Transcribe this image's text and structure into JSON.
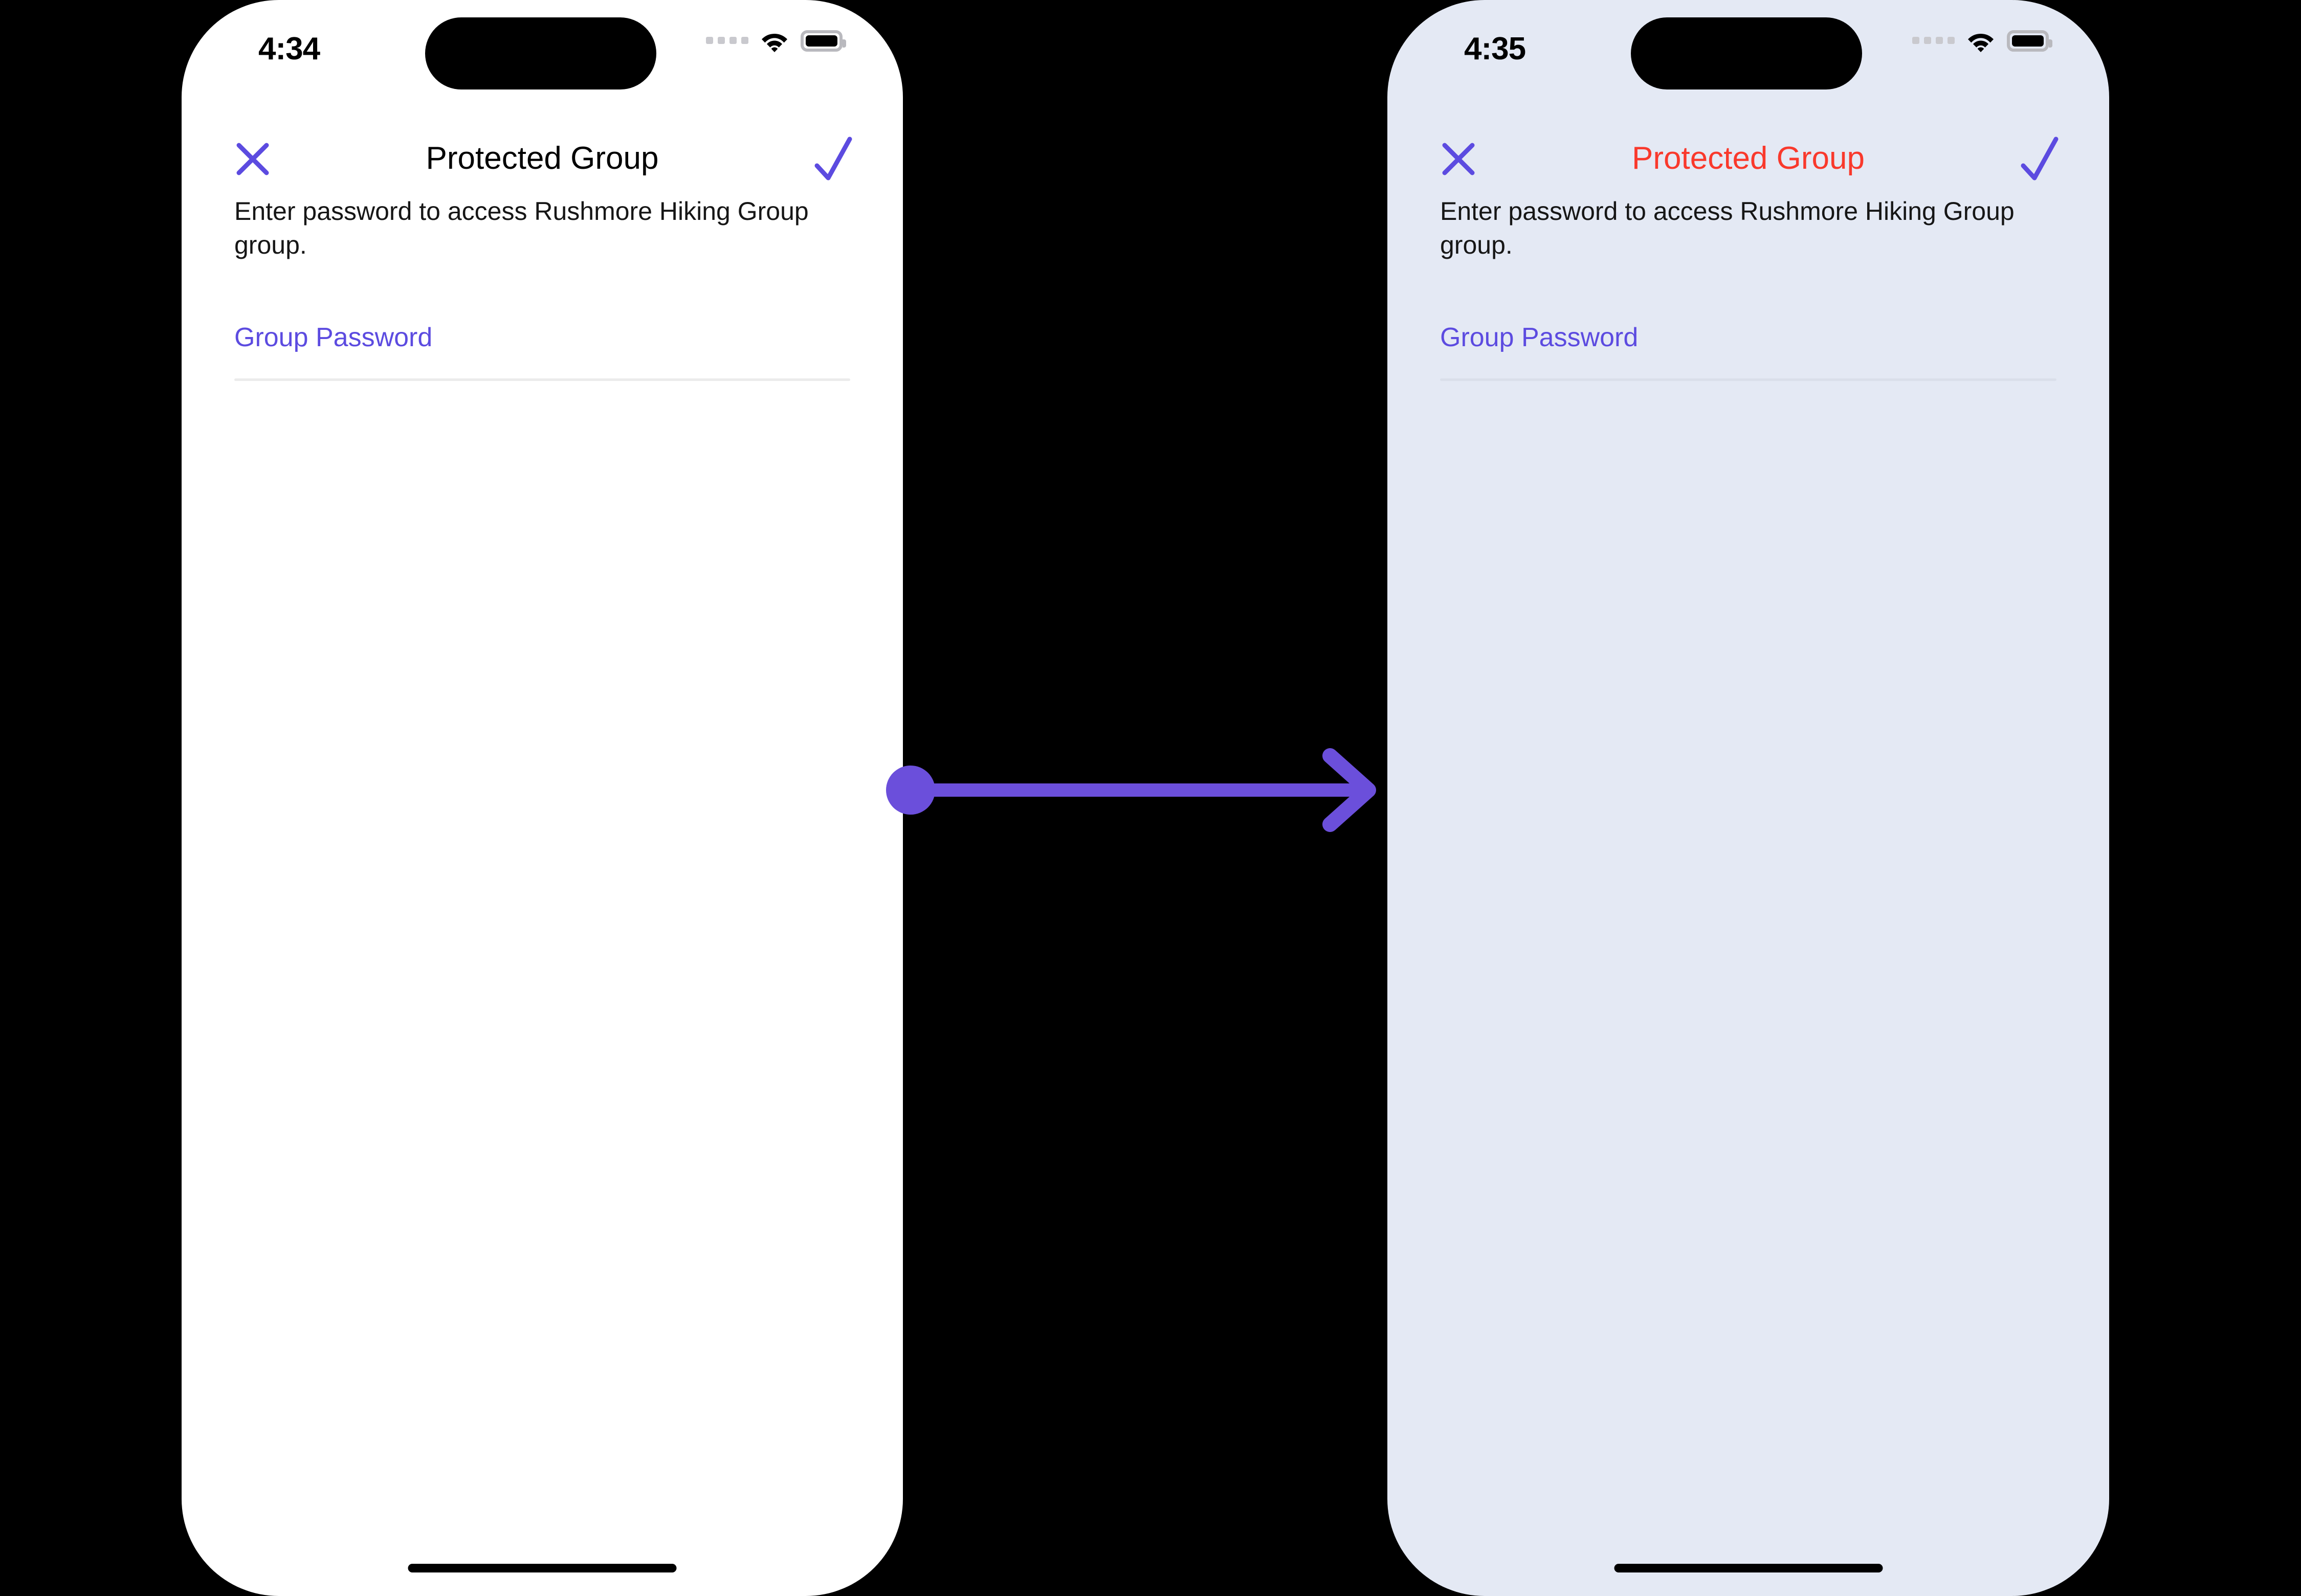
{
  "theme": {
    "accent_purple": "#5C4BE0",
    "arrow_purple": "#6B4FDB",
    "error_red": "#F9392C",
    "screen_bg_before": "#FFFFFF",
    "screen_bg_after": "#E4E9F4",
    "divider": "#EBEBEB",
    "canvas_bg": "#000000"
  },
  "screens": [
    {
      "id": "before",
      "status_bar": {
        "time": "4:34",
        "signal_icon": "cellular-signal-icon",
        "wifi_icon": "wifi-icon",
        "battery_icon": "battery-icon",
        "dynamic_island": "dynamic-island"
      },
      "nav": {
        "close_icon": "close-icon",
        "title": "Protected Group",
        "title_state": "normal",
        "confirm_icon": "checkmark-icon"
      },
      "body": {
        "description": "Enter password to access Rushmore Hiking Group group.",
        "field": {
          "label": "Group Password",
          "value": "",
          "placeholder": ""
        }
      },
      "home_indicator": "home-indicator"
    },
    {
      "id": "after",
      "status_bar": {
        "time": "4:35",
        "signal_icon": "cellular-signal-icon",
        "wifi_icon": "wifi-icon",
        "battery_icon": "battery-icon",
        "dynamic_island": "dynamic-island"
      },
      "nav": {
        "close_icon": "close-icon",
        "title": "Protected Group",
        "title_state": "error",
        "confirm_icon": "checkmark-icon"
      },
      "body": {
        "description": "Enter password to access Rushmore Hiking Group group.",
        "field": {
          "label": "Group Password",
          "value": "",
          "placeholder": ""
        }
      },
      "home_indicator": "home-indicator"
    }
  ],
  "annotation": {
    "type": "transition-arrow",
    "direction": "left-to-right",
    "start_marker": "circle-dot",
    "end_marker": "arrowhead"
  }
}
